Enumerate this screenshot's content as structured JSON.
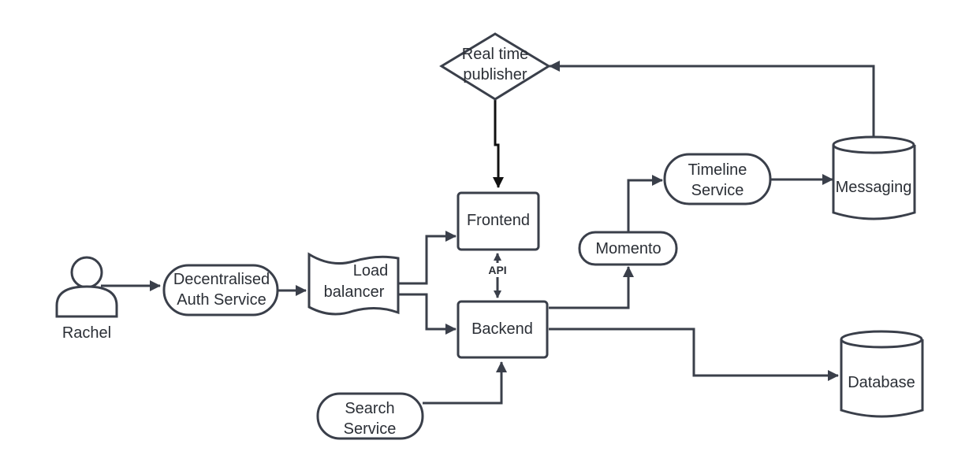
{
  "diagram": {
    "nodes": {
      "rachel": {
        "label": "Rachel"
      },
      "auth": {
        "line1": "Decentralised",
        "line2": "Auth Service"
      },
      "load_balancer": {
        "line1": "Load",
        "line2": "balancer"
      },
      "frontend": {
        "label": "Frontend"
      },
      "backend": {
        "label": "Backend"
      },
      "api": {
        "label": "API"
      },
      "search": {
        "line1": "Search",
        "line2": "Service"
      },
      "momento": {
        "label": "Momento"
      },
      "timeline": {
        "line1": "Timeline",
        "line2": "Service"
      },
      "messaging": {
        "label": "Messaging"
      },
      "database": {
        "label": "Database"
      },
      "publisher": {
        "line1": "Real time",
        "line2": "publisher"
      }
    },
    "colors": {
      "stroke": "#3a3f4a",
      "dark_edge": "#111111",
      "text": "#2b2f36",
      "background": "#ffffff"
    }
  }
}
